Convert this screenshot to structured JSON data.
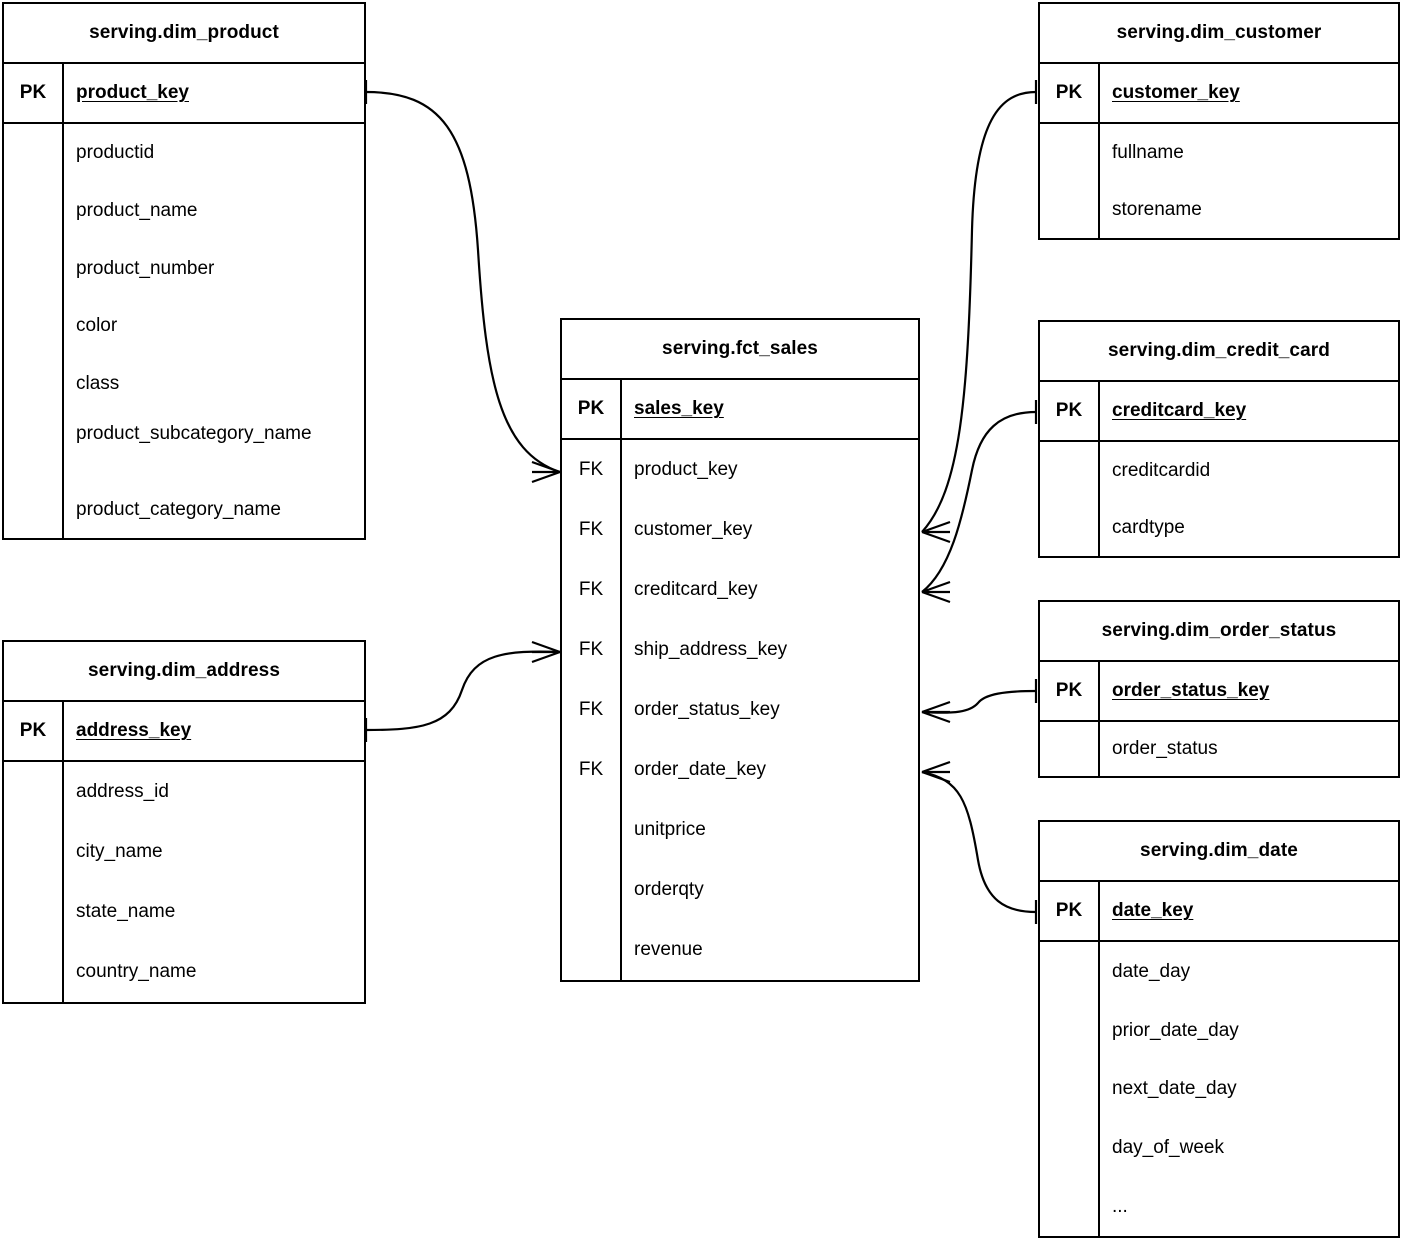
{
  "diagram": {
    "type": "entity-relationship-diagram",
    "notation": "crows-foot",
    "background_color": "#ffffff",
    "line_color": "#000000"
  },
  "entities": [
    {
      "id": "dim_product",
      "title": "serving.dim_product",
      "pk_label": "PK",
      "pk_field": "product_key",
      "attributes": [
        "productid",
        "product_name",
        "product_number",
        "color",
        "class",
        "product_subcategory_name",
        "product_category_name"
      ]
    },
    {
      "id": "dim_address",
      "title": "serving.dim_address",
      "pk_label": "PK",
      "pk_field": "address_key",
      "attributes": [
        "address_id",
        "city_name",
        "state_name",
        "country_name"
      ]
    },
    {
      "id": "fct_sales",
      "title": "serving.fct_sales",
      "pk_label": "PK",
      "pk_field": "sales_key",
      "fk_label": "FK",
      "foreign_keys": [
        "product_key",
        "customer_key",
        "creditcard_key",
        "ship_address_key",
        "order_status_key",
        "order_date_key"
      ],
      "attributes": [
        "unitprice",
        "orderqty",
        "revenue"
      ]
    },
    {
      "id": "dim_customer",
      "title": "serving.dim_customer",
      "pk_label": "PK",
      "pk_field": "customer_key",
      "attributes": [
        "fullname",
        "storename"
      ]
    },
    {
      "id": "dim_credit_card",
      "title": "serving.dim_credit_card",
      "pk_label": "PK",
      "pk_field": "creditcard_key",
      "attributes": [
        "creditcardid",
        "cardtype"
      ]
    },
    {
      "id": "dim_order_status",
      "title": "serving.dim_order_status",
      "pk_label": "PK",
      "pk_field": "order_status_key",
      "attributes": [
        "order_status"
      ]
    },
    {
      "id": "dim_date",
      "title": "serving.dim_date",
      "pk_label": "PK",
      "pk_field": "date_key",
      "attributes": [
        "date_day",
        "prior_date_day",
        "next_date_day",
        "day_of_week",
        "..."
      ]
    }
  ],
  "relationships": [
    {
      "from": "dim_product.product_key",
      "to": "fct_sales.product_key",
      "from_cardinality": "one",
      "to_cardinality": "many"
    },
    {
      "from": "dim_address.address_key",
      "to": "fct_sales.ship_address_key",
      "from_cardinality": "one",
      "to_cardinality": "many"
    },
    {
      "from": "dim_customer.customer_key",
      "to": "fct_sales.customer_key",
      "from_cardinality": "one",
      "to_cardinality": "many"
    },
    {
      "from": "dim_credit_card.creditcard_key",
      "to": "fct_sales.creditcard_key",
      "from_cardinality": "one",
      "to_cardinality": "many"
    },
    {
      "from": "dim_order_status.order_status_key",
      "to": "fct_sales.order_status_key",
      "from_cardinality": "one",
      "to_cardinality": "many"
    },
    {
      "from": "dim_date.date_key",
      "to": "fct_sales.order_date_key",
      "from_cardinality": "one",
      "to_cardinality": "many"
    }
  ]
}
